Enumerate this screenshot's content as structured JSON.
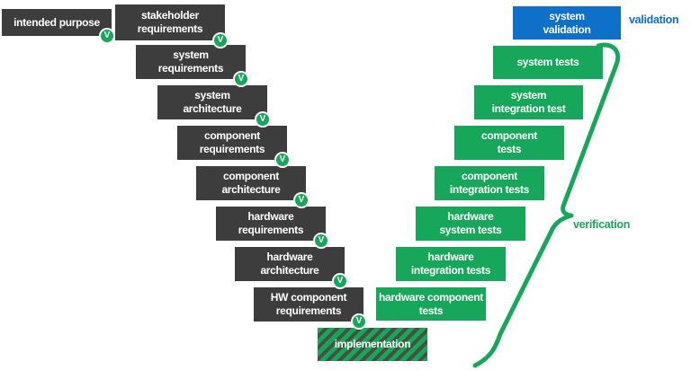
{
  "labels": {
    "validation": "validation",
    "verification": "verification"
  },
  "badge_glyph": "V",
  "colors": {
    "green": "#17a75b",
    "blue": "#0e70c8",
    "dark_gray": "#3d3d3d",
    "box_text": "#ffffff"
  },
  "left_boxes": [
    {
      "id": "intended-purpose",
      "lines": [
        "intended purpose"
      ]
    },
    {
      "id": "stakeholder-requirements",
      "lines": [
        "stakeholder",
        "requirements"
      ]
    },
    {
      "id": "system-requirements",
      "lines": [
        "system",
        "requirements"
      ]
    },
    {
      "id": "system-architecture",
      "lines": [
        "system",
        "architecture"
      ]
    },
    {
      "id": "component-requirements",
      "lines": [
        "component",
        "requirements"
      ]
    },
    {
      "id": "component-architecture",
      "lines": [
        "component",
        "architecture"
      ]
    },
    {
      "id": "hardware-requirements",
      "lines": [
        "hardware",
        "requirements"
      ]
    },
    {
      "id": "hardware-architecture",
      "lines": [
        "hardware",
        "architecture"
      ]
    },
    {
      "id": "hw-component-requirements",
      "lines": [
        "HW component",
        "requirements"
      ]
    },
    {
      "id": "implementation",
      "lines": [
        "implementation"
      ],
      "style": "hatched"
    }
  ],
  "right_boxes": [
    {
      "id": "system-validation",
      "lines": [
        "system",
        "validation"
      ],
      "style": "blue"
    },
    {
      "id": "system-tests",
      "lines": [
        "system tests"
      ]
    },
    {
      "id": "system-integration-test",
      "lines": [
        "system",
        "integration test"
      ]
    },
    {
      "id": "component-tests",
      "lines": [
        "component",
        "tests"
      ]
    },
    {
      "id": "component-integration-tests",
      "lines": [
        "component",
        "integration tests"
      ]
    },
    {
      "id": "hardware-system-tests",
      "lines": [
        "hardware",
        "system tests"
      ]
    },
    {
      "id": "hardware-integration-tests",
      "lines": [
        "hardware",
        "integration tests"
      ]
    },
    {
      "id": "hardware-component-tests",
      "lines": [
        "hardware component",
        "tests"
      ]
    }
  ]
}
